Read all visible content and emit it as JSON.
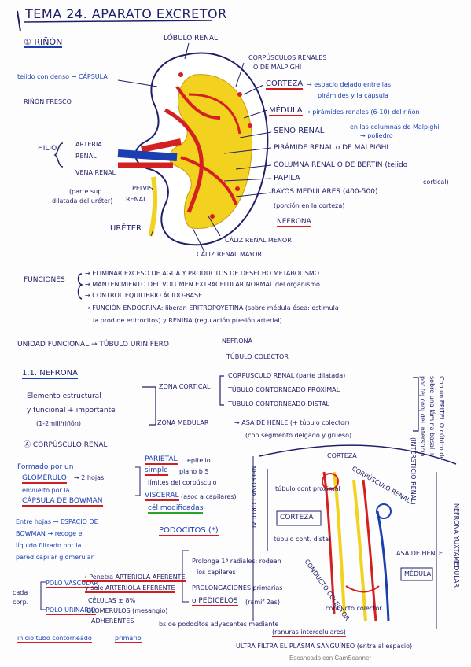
{
  "header": {
    "title": "TEMA 24. APARATO EXCRETOR",
    "section1": "① RIÑÓN"
  },
  "kidney": {
    "lobulo": "LÓBULO RENAL",
    "corpusculos": "CORPÚSCULOS RENALES",
    "corpusculos2": "O DE MALPIGHI",
    "tejido": "tejido con denso → CÁPSULA",
    "rinon_fresco": "RIÑÓN FRESCO",
    "corteza": "CORTEZA",
    "corteza_desc": "→ espacio dejado entre las",
    "corteza_desc2": "pirámides y la cápsula",
    "medula": "MÉDULA",
    "medula_desc": "→ pirámides renales (6-10) del riñón",
    "seno": "SENO RENAL",
    "seno_desc": "en las columnas de Malpighi",
    "seno_desc2": "→ poliedro",
    "piramide": "PIRÁMIDE RENAL o DE MALPIGHI",
    "columna": "COLUMNA RENAL O DE BERTIN (tejido",
    "columna2": "cortical)",
    "papila": "PAPILA",
    "rayos": "RAYOS MEDULARES (400-500)",
    "rayos2": "(porción en la corteza)",
    "nefrona": "NEFRONA",
    "hilio": "HILIO",
    "arteria": "ARTERIA",
    "arteria2": "RENAL",
    "vena": "VENA RENAL",
    "pelvis": "PELVIS",
    "pelvis2": "RENAL",
    "pelvis_note": "(parte sup",
    "pelvis_note2": "dilatada del uréter)",
    "ureter": "URÉTER",
    "caliz_menor": "CÁLIZ RENAL MENOR",
    "caliz_mayor": "CÁLIZ RENAL MAYOR"
  },
  "funciones": {
    "label": "FUNCIONES",
    "items": [
      "→ ELIMINAR EXCESO DE AGUA Y PRODUCTOS DE DESECHO METABOLISMO",
      "→ MANTENIMIENTO DEL VOLUMEN EXTRACELULAR NORMAL del organismo",
      "→ CONTROL EQUILIBRIO ÁCIDO-BASE",
      "→ FUNCIÓN ENDOCRINA: liberan ERITROPOYETINA (sobre médula ósea: estimula",
      "la prod de eritrocitos) y RENINA (regulación presión arterial)"
    ],
    "unidad": "UNIDAD FUNCIONAL → TÚBULO URINÍFERO",
    "unidad_a": "NEFRONA",
    "unidad_b": "TÚBULO COLECTOR"
  },
  "nefrona_section": {
    "heading": "1.1. NEFRONA",
    "elemento": "Elemento estructural",
    "elemento2": "y funcional + importante",
    "elemento3": "(1-2mill/riñón)",
    "zona_cortical": "ZONA CORTICAL",
    "zc1": "CORPÚSCULO RENAL (parte dilatada)",
    "zc2": "TÚBULO CONTORNEADO PROXIMAL",
    "zc3": "TÚBULO CONTORNEADO DISTAL",
    "zona_medular": "ZONA MEDULAR",
    "zm1": "→ ASA DE HENLE (+ túbulo colector)",
    "zm2": "(con segmento delgado y grueso)",
    "side_note": "Con un EPITELIO cúbico de",
    "side_note2": "sobre una lámina basal +",
    "side_note3": "por tej conj del intersticio",
    "side_note4": "(INTERSTICIO RENAL)"
  },
  "corpusculo": {
    "heading": "Ⓐ CORPÚSCULO RENAL",
    "formado": "Formado por un",
    "glomerulo": "GLOMÉRULO",
    "envuelto": "envuelto por la",
    "capsula": "CÁPSULA DE BOWMAN",
    "hojas": "→ 2 hojas",
    "parietal": "PARIETAL",
    "parietal_desc": "epitelio",
    "simple": "simple",
    "simple_desc": "plano b S",
    "limites": "límites del corpúsculo",
    "visceral": "VISCERAL",
    "visceral_desc": "(asoc a capilares)",
    "cel": "cél modificadas",
    "podocitos": "PODOCITOS (*)",
    "entre": "Entre hojas → ESPACIO DE",
    "bowman": "BOWMAN → recoge el",
    "liquido": "líquido filtrado por la",
    "pared": "pared capilar glomerular",
    "prolonga": "Prolonga 1ª radiales: rodean",
    "capilares": "los capilares",
    "prolongaciones": "PROLONGACIONES primarias",
    "pedicelos": "o PEDICELOS",
    "pedicelos2": "(ramif 2as)",
    "polo_vascular": "POLO VASCULAR",
    "polo_urinario": "POLO URINARIO",
    "cada": "cada",
    "corp": "corp.",
    "penetra": "→ Penetra ARTERIOLA AFERENTE",
    "sale": "y sale ARTERIOLA EFERENTE",
    "celulas": "CÉLULAS ± 8%",
    "glomerulos": "GLOMERULOS (mesangio)",
    "adhiere": "ADHERENTES",
    "inicio": "inicio tubo contorneado",
    "primario": "primario",
    "poducitos": "bs de podocitos adyacentes mediante",
    "ranura": "(ranuras intercelulares)",
    "ultra": "ULTRA FILTRA EL PLASMA SANGUÍNEO (entra al espacio)"
  },
  "diagram2": {
    "corteza": "CORTEZA",
    "corpusculo": "CORPÚSCULO RENAL",
    "tubulo_prox": "túbulo cont proximal",
    "corteza_box": "CORTEZA",
    "tubulo_dist": "túbulo cont. distal",
    "asa": "ASA DE HENLE",
    "medula": "MÉDULA",
    "nefrona_cortical": "NEFRONA CORTICAL",
    "nefrona_yux": "NEFRONA YUXTAMEDULAR",
    "conducto": "CONDUCTO COLECTOR",
    "colector": "conducto colector"
  },
  "footer": {
    "scan": "Escaneado con CamScanner"
  },
  "colors": {
    "ink": "#20206a",
    "red": "#c8201e",
    "blue": "#1b3fb0",
    "yellow": "#f2d21e"
  }
}
